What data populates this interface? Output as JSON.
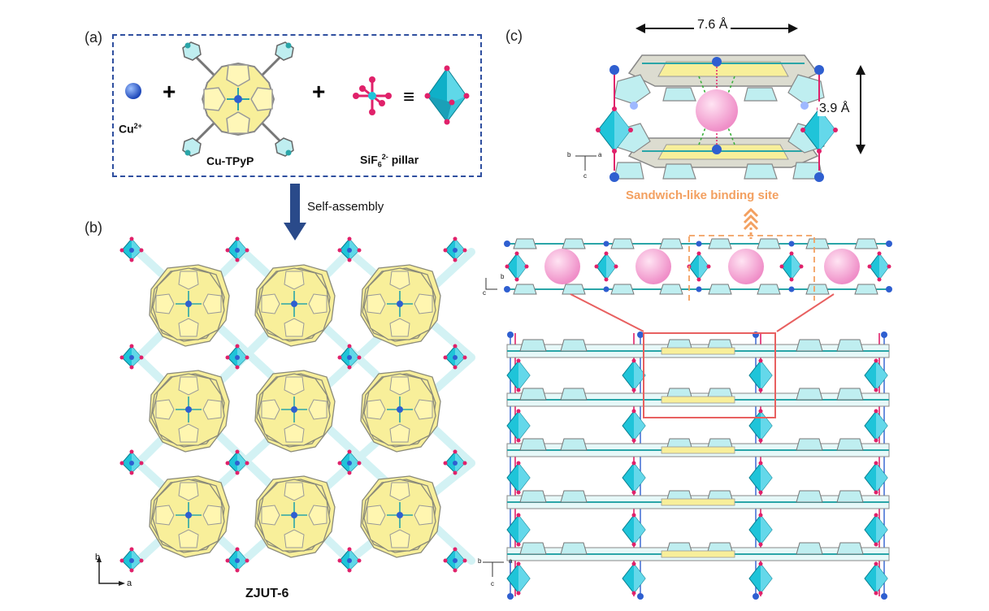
{
  "panels": {
    "a": {
      "label": "(a)",
      "items": {
        "cu_ion": {
          "text": "Cu",
          "sup": "2+"
        },
        "ligand": "Cu-TPyP",
        "pillar": {
          "main": "SiF",
          "sub": "6",
          "sup": "2-",
          "rest": " pillar"
        }
      },
      "operators": {
        "plus": "+",
        "equiv": "≡"
      }
    },
    "arrow": {
      "label": "Self-assembly"
    },
    "b": {
      "label": "(b)",
      "caption": "ZJUT-6",
      "axes": {
        "vertical": "b",
        "horizontal": "a"
      }
    },
    "c": {
      "label": "(c)",
      "dimension_width": "7.6 Å",
      "dimension_height": "3.9 Å",
      "binding_site": "Sandwich-like binding site",
      "axes_top": {
        "x": "a",
        "y": "b",
        "z": "c"
      },
      "axes_mid": {
        "x": "b",
        "z": "c"
      },
      "axes_bottom": {
        "x": "a",
        "y": "b",
        "z": "c"
      }
    }
  },
  "colors": {
    "porphyrin": "#f8ef9a",
    "porphyrin_edge": "#8a8a7a",
    "pyridyl": "#bfeef0",
    "copper": "#2f5fd0",
    "octahedron": "#1fc4d9",
    "fluorine": "#e0216a",
    "guest": "#f4a9d4",
    "dashed_box": "#2f4f9f",
    "binding_label": "#f3a060",
    "zoom_line": "#e86060",
    "arrow": "#2a4a8a"
  }
}
